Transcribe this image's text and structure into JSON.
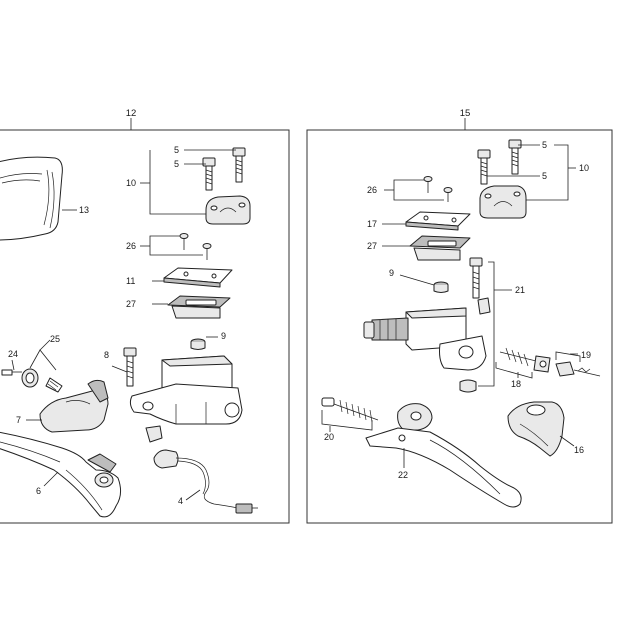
{
  "assemblies": [
    {
      "title": "12",
      "parts": [
        "5",
        "5",
        "10",
        "13",
        "26",
        "11",
        "27",
        "9",
        "25",
        "24",
        "8",
        "7",
        "6",
        "4"
      ]
    },
    {
      "title": "15",
      "parts": [
        "5",
        "5",
        "10",
        "26",
        "17",
        "27",
        "9",
        "21",
        "19",
        "18",
        "20",
        "22",
        "16"
      ]
    }
  ]
}
